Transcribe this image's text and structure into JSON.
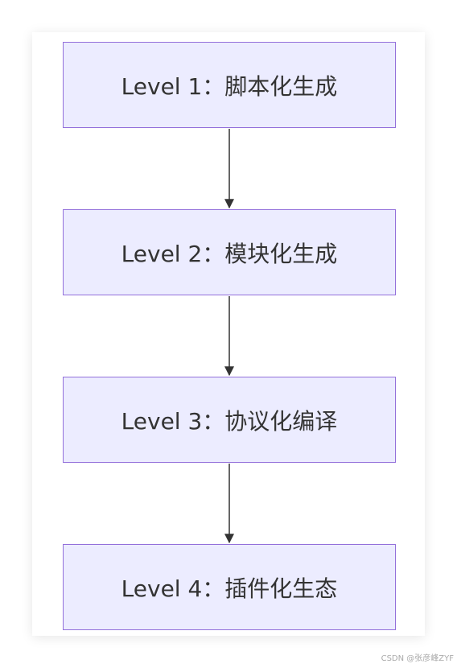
{
  "nodes": [
    {
      "label": "Level 1：脚本化生成"
    },
    {
      "label": "Level 2：模块化生成"
    },
    {
      "label": "Level 3：协议化编译"
    },
    {
      "label": "Level 4：插件化生态"
    }
  ],
  "edges": [
    {
      "from": 0,
      "to": 1
    },
    {
      "from": 1,
      "to": 2
    },
    {
      "from": 2,
      "to": 3
    }
  ],
  "colors": {
    "node_fill": "#ececff",
    "node_border": "#9370db",
    "edge": "#333333",
    "text": "#333333"
  },
  "watermark": "CSDN @张彦峰ZYF"
}
